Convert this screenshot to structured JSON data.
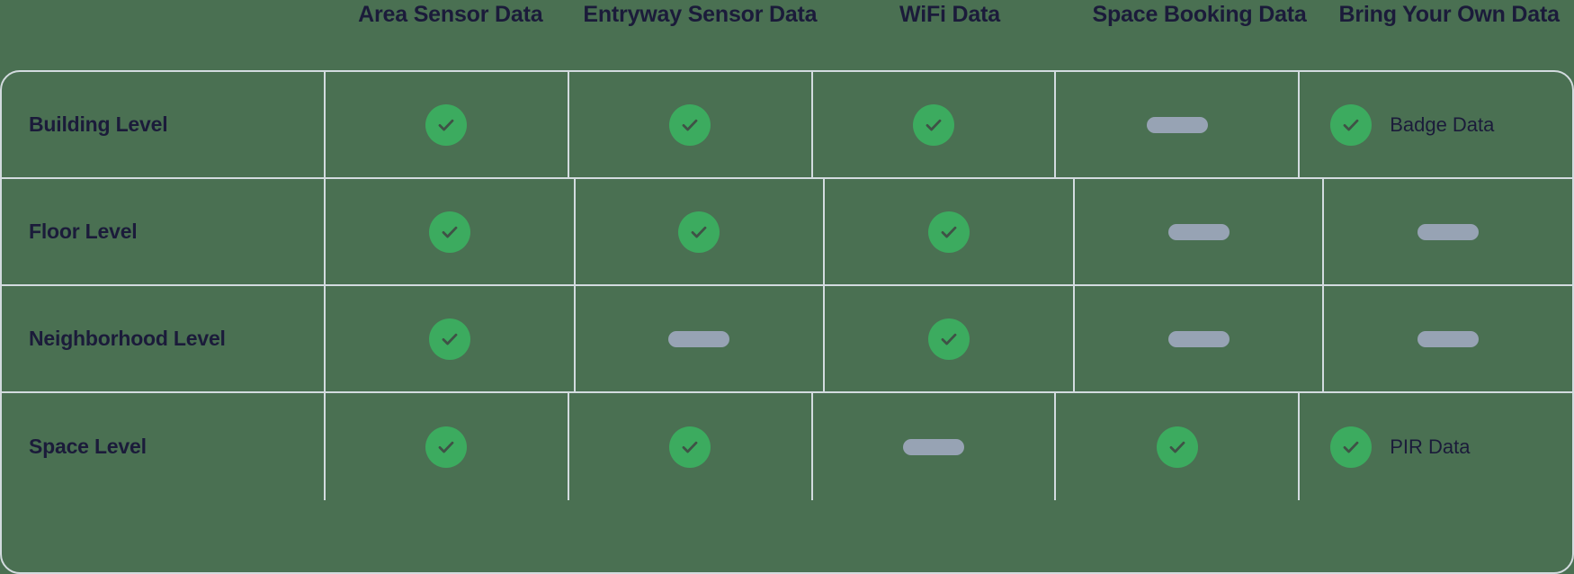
{
  "table": {
    "corner_label": "",
    "columns": [
      {
        "id": "area-sensor-data",
        "label": "Area Sensor Data"
      },
      {
        "id": "entryway-sensor-data",
        "label": "Entryway Sensor Data"
      },
      {
        "id": "wifi-data",
        "label": "WiFi Data"
      },
      {
        "id": "space-booking-data",
        "label": "Space Booking Data"
      },
      {
        "id": "bring-your-own-data",
        "label": "Bring Your Own Data"
      }
    ],
    "rows": [
      {
        "id": "building-level",
        "label": "Building Level",
        "cells": [
          {
            "status": "check",
            "icon": "check-circle-icon",
            "note": ""
          },
          {
            "status": "check",
            "icon": "check-circle-icon",
            "note": ""
          },
          {
            "status": "check",
            "icon": "check-circle-icon",
            "note": ""
          },
          {
            "status": "dash",
            "icon": "dash-pill-icon",
            "note": ""
          },
          {
            "status": "check",
            "icon": "check-circle-icon",
            "note": "Badge Data"
          }
        ]
      },
      {
        "id": "floor-level",
        "label": "Floor Level",
        "cells": [
          {
            "status": "check",
            "icon": "check-circle-icon",
            "note": ""
          },
          {
            "status": "check",
            "icon": "check-circle-icon",
            "note": ""
          },
          {
            "status": "check",
            "icon": "check-circle-icon",
            "note": ""
          },
          {
            "status": "dash",
            "icon": "dash-pill-icon",
            "note": ""
          },
          {
            "status": "dash",
            "icon": "dash-pill-icon",
            "note": ""
          }
        ]
      },
      {
        "id": "neighborhood-level",
        "label": "Neighborhood Level",
        "cells": [
          {
            "status": "check",
            "icon": "check-circle-icon",
            "note": ""
          },
          {
            "status": "dash",
            "icon": "dash-pill-icon",
            "note": ""
          },
          {
            "status": "check",
            "icon": "check-circle-icon",
            "note": ""
          },
          {
            "status": "dash",
            "icon": "dash-pill-icon",
            "note": ""
          },
          {
            "status": "dash",
            "icon": "dash-pill-icon",
            "note": ""
          }
        ]
      },
      {
        "id": "space-level",
        "label": "Space Level",
        "cells": [
          {
            "status": "check",
            "icon": "check-circle-icon",
            "note": ""
          },
          {
            "status": "check",
            "icon": "check-circle-icon",
            "note": ""
          },
          {
            "status": "dash",
            "icon": "dash-pill-icon",
            "note": ""
          },
          {
            "status": "check",
            "icon": "check-circle-icon",
            "note": ""
          },
          {
            "status": "check",
            "icon": "check-circle-icon",
            "note": "PIR Data"
          }
        ]
      }
    ]
  },
  "colors": {
    "background": "#4a7052",
    "border": "#d3dbdf",
    "text_dark": "#1b1b3a",
    "check_green": "#3cab5f",
    "check_mark": "#3f5246",
    "dash_gray": "#97a3b4"
  }
}
